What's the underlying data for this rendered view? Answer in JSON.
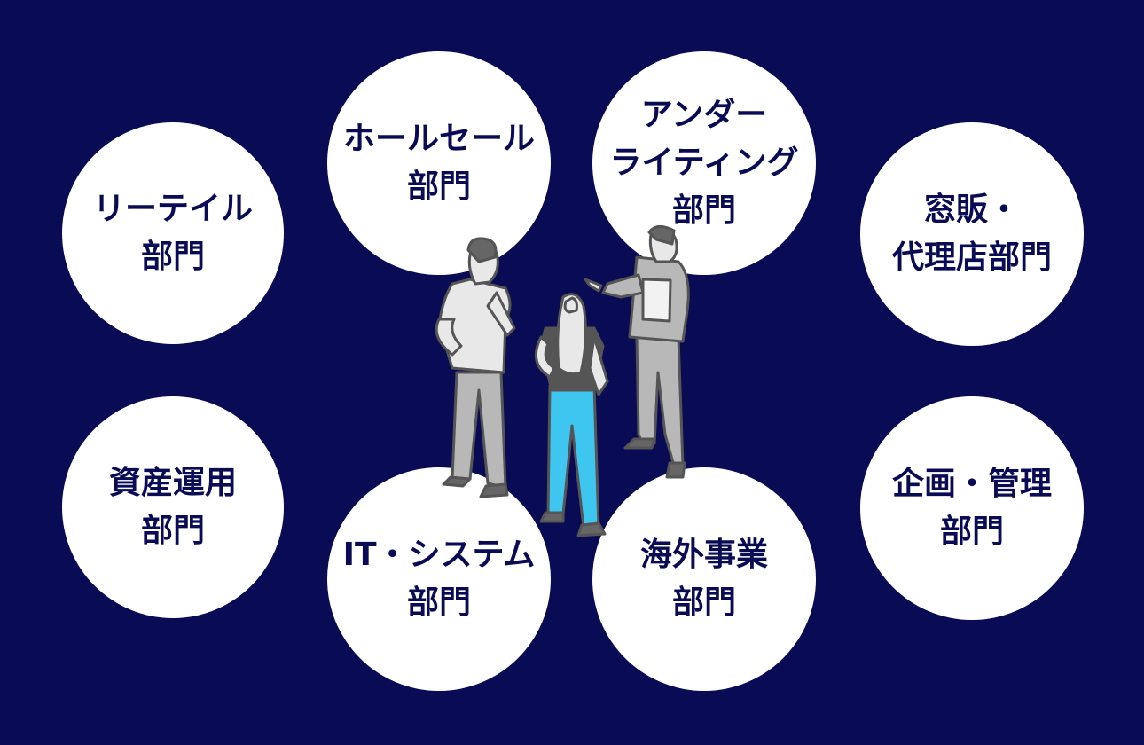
{
  "departments": [
    {
      "line1": "リーテイル",
      "line2": "部門"
    },
    {
      "line1": "ホールセール",
      "line2": "部門"
    },
    {
      "line1": "アンダー",
      "line2": "ライティング",
      "line3": "部門"
    },
    {
      "line1": "窓販・",
      "line2": "代理店部門"
    },
    {
      "line1": "資産運用",
      "line2": "部門"
    },
    {
      "line1": "IT・システム",
      "line2": "部門"
    },
    {
      "line1": "海外事業",
      "line2": "部門"
    },
    {
      "line1": "企画・管理",
      "line2": "部門"
    }
  ],
  "colors": {
    "background": "#0a0b55",
    "circle": "#ffffff",
    "text": "#0a0b55",
    "figure_gray": "#b5b5b5",
    "figure_dark": "#555555",
    "jeans": "#3fc6f0"
  },
  "illustration": "three-people-discussing-icon"
}
